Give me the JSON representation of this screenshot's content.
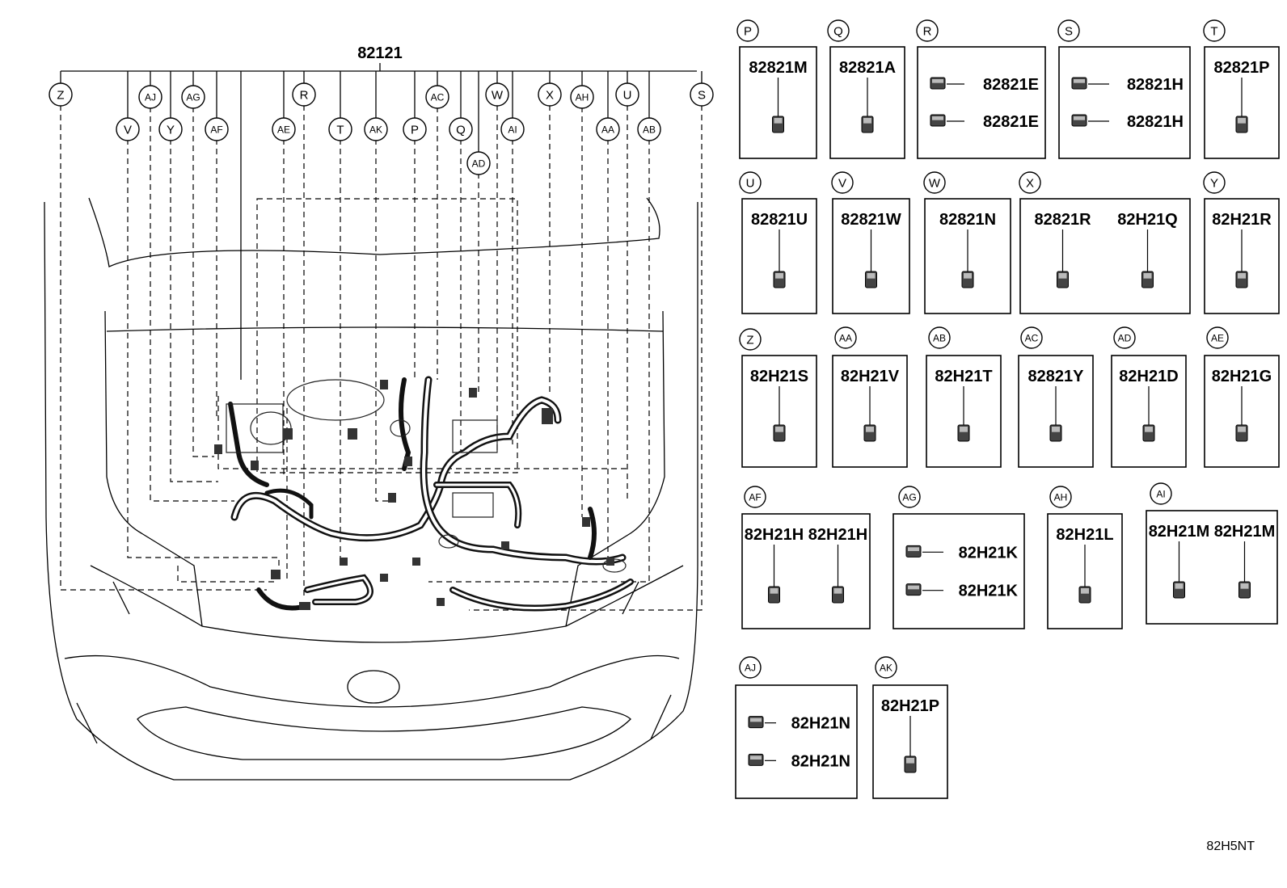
{
  "main": {
    "assembly_part": "82121",
    "callouts": [
      "Z",
      "V",
      "AJ",
      "Y",
      "AG",
      "AF",
      "AE",
      "R",
      "T",
      "AK",
      "P",
      "AC",
      "Q",
      "AD",
      "W",
      "AI",
      "X",
      "AH",
      "AA",
      "U",
      "AB",
      "S"
    ]
  },
  "panels": [
    {
      "id": "P",
      "parts": [
        "82821M"
      ]
    },
    {
      "id": "Q",
      "parts": [
        "82821A"
      ]
    },
    {
      "id": "R",
      "parts": [
        "82821E",
        "82821E"
      ]
    },
    {
      "id": "S",
      "parts": [
        "82821H",
        "82821H"
      ]
    },
    {
      "id": "T",
      "parts": [
        "82821P"
      ]
    },
    {
      "id": "U",
      "parts": [
        "82821U"
      ]
    },
    {
      "id": "V",
      "parts": [
        "82821W"
      ]
    },
    {
      "id": "W",
      "parts": [
        "82821N"
      ]
    },
    {
      "id": "X",
      "parts": [
        "82821R",
        "82H21Q"
      ]
    },
    {
      "id": "Y",
      "parts": [
        "82H21R"
      ]
    },
    {
      "id": "Z",
      "parts": [
        "82H21S"
      ]
    },
    {
      "id": "AA",
      "parts": [
        "82H21V"
      ]
    },
    {
      "id": "AB",
      "parts": [
        "82H21T"
      ]
    },
    {
      "id": "AC",
      "parts": [
        "82821Y"
      ]
    },
    {
      "id": "AD",
      "parts": [
        "82H21D"
      ]
    },
    {
      "id": "AE",
      "parts": [
        "82H21G"
      ]
    },
    {
      "id": "AF",
      "parts": [
        "82H21H",
        "82H21H"
      ]
    },
    {
      "id": "AG",
      "parts": [
        "82H21K",
        "82H21K"
      ]
    },
    {
      "id": "AH",
      "parts": [
        "82H21L"
      ]
    },
    {
      "id": "AI",
      "parts": [
        "82H21M",
        "82H21M"
      ]
    },
    {
      "id": "AJ",
      "parts": [
        "82H21N",
        "82H21N"
      ]
    },
    {
      "id": "AK",
      "parts": [
        "82H21P"
      ]
    }
  ],
  "catalog_code": "82H5NT"
}
